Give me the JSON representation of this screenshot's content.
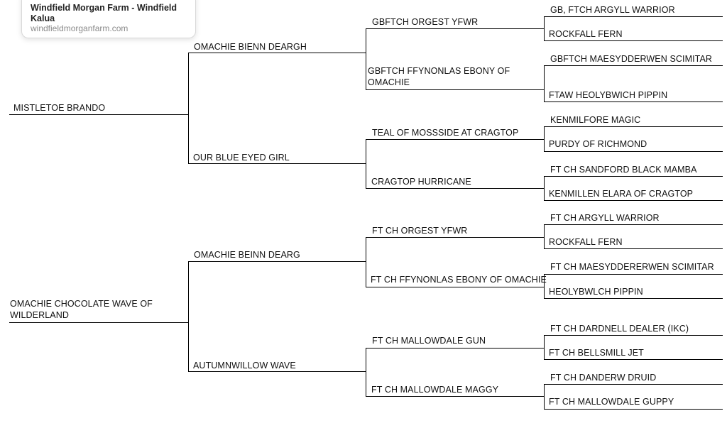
{
  "link_preview": {
    "title": "Windfield Morgan Farm - Windfield Kalua",
    "domain": "windfieldmorganfarm.com"
  },
  "pedigree": {
    "sire": {
      "name": "MISTLETOE BRANDO",
      "sire": {
        "name": "OMACHIE BIENN DEARGH",
        "sire": {
          "name": "GBFTCH ORGEST YFWR",
          "sire": "GB, FTCH ARGYLL WARRIOR",
          "dam": "ROCKFALL FERN"
        },
        "dam": {
          "name": "GBFTCH FFYNONLAS EBONY OF OMACHIE",
          "sire": "GBFTCH MAESYDDERWEN SCIMITAR",
          "dam": "FTAW HEOLYBWICH PIPPIN"
        }
      },
      "dam": {
        "name": "OUR BLUE EYED GIRL",
        "sire": {
          "name": "TEAL OF MOSSSIDE AT CRAGTOP",
          "sire": "KENMILFORE MAGIC",
          "dam": "PURDY OF RICHMOND"
        },
        "dam": {
          "name": "CRAGTOP HURRICANE",
          "sire": "FT CH SANDFORD BLACK MAMBA",
          "dam": "KENMILLEN ELARA OF CRAGTOP"
        }
      }
    },
    "dam": {
      "name": "OMACHIE CHOCOLATE WAVE OF WILDERLAND",
      "sire": {
        "name": "OMACHIE BEINN DEARG",
        "sire": {
          "name": "FT CH ORGEST YFWR",
          "sire": "FT CH ARGYLL WARRIOR",
          "dam": "ROCKFALL FERN"
        },
        "dam": {
          "name": "FT CH FFYNONLAS EBONY OF OMACHIE",
          "sire": "FT CH MAESYDDERERWEN SCIMITAR",
          "dam": "HEOLYBWLCH PIPPIN"
        }
      },
      "dam": {
        "name": "AUTUMNWILLOW WAVE",
        "sire": {
          "name": "FT CH MALLOWDALE GUN",
          "sire": "FT CH DARDNELL DEALER (IKC)",
          "dam": "FT CH BELLSMILL JET"
        },
        "dam": {
          "name": "FT CH MALLOWDALE MAGGY",
          "sire": "FT CH DANDERW DRUID",
          "dam": "FT CH MALLOWDALE GUPPY"
        }
      }
    }
  }
}
